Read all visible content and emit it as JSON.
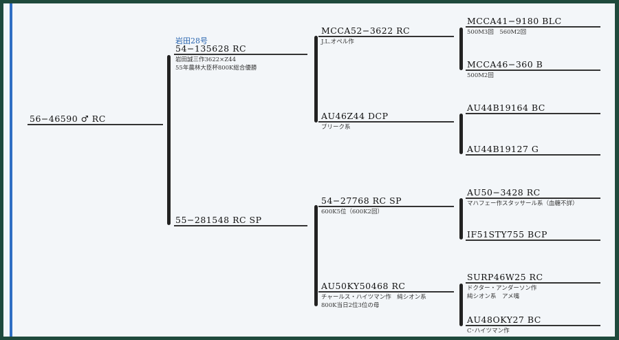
{
  "subject": {
    "name": "56−46590 ♂ RC"
  },
  "sire": {
    "label": "岩田28号",
    "name": "54−135628 RC",
    "notes": [
      "岩田誠三作3622×Z44",
      "55年農林大臣杯800K総合優勝"
    ]
  },
  "dam": {
    "name": "55−281548 RC SP"
  },
  "gen2": [
    {
      "name": "MCCA52−3622 RC",
      "notes": [
        "J.L.オペル作"
      ]
    },
    {
      "name": "AU46Z44 DCP",
      "notes": [
        "ブリーク系"
      ]
    },
    {
      "name": "54−27768 RC SP",
      "notes": [
        "600K5位（600K2回）"
      ]
    },
    {
      "name": "AU50KY50468 RC",
      "notes": [
        "チャールス・ハイツマン作　純シオン系",
        "800K当日2位3位の母"
      ]
    }
  ],
  "gen3": [
    {
      "name": "MCCA41−9180 BLC",
      "notes": [
        "500M3回　560M2回"
      ]
    },
    {
      "name": "MCCA46−360 B",
      "notes": [
        "500M2回"
      ]
    },
    {
      "name": "AU44B19164 BC",
      "notes": []
    },
    {
      "name": "AU44B19127 G",
      "notes": []
    },
    {
      "name": "AU50−3428 RC",
      "notes": [
        "マハフェー作スタッサール系（血糖不詳）"
      ]
    },
    {
      "name": "IF51STY755 BCP",
      "notes": []
    },
    {
      "name": "SURP46W25 RC",
      "notes": [
        "ドクター・アンダーソン作",
        "純シオン系　アメ嘴"
      ]
    },
    {
      "name": "AU48OKY27 BC",
      "notes": [
        "C･ハイツマン作"
      ]
    }
  ]
}
